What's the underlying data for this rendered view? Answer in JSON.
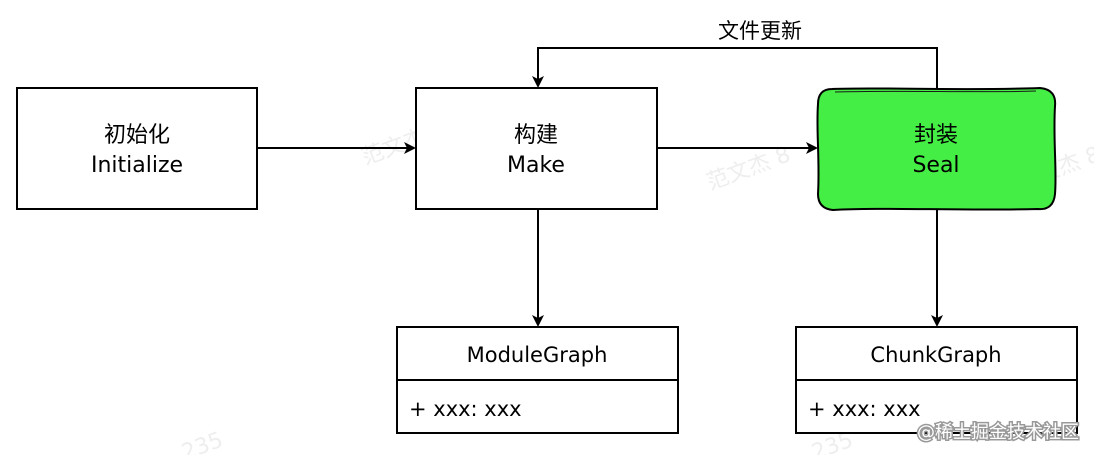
{
  "nodes": {
    "initialize": {
      "line1": "初始化",
      "line2": "Initialize"
    },
    "make": {
      "line1": "构建",
      "line2": "Make"
    },
    "seal": {
      "line1": "封装",
      "line2": "Seal"
    }
  },
  "classes": {
    "module_graph": {
      "name": "ModuleGraph",
      "member": "+ xxx: xxx"
    },
    "chunk_graph": {
      "name": "ChunkGraph",
      "member": "+ xxx: xxx"
    }
  },
  "edge_labels": {
    "feedback": "文件更新"
  },
  "watermarks": {
    "author": "范文杰 8",
    "author_tail": "3235",
    "author_tail2": "235",
    "brand": "@稀土掘金技术社区"
  },
  "colors": {
    "seal_fill": "#44ee44",
    "border": "#000000",
    "watermark": "#eeeeee"
  }
}
